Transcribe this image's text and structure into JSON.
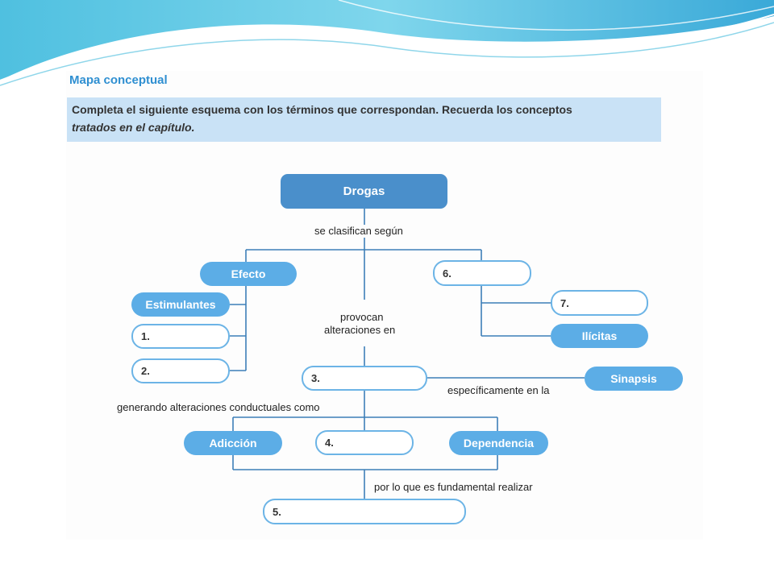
{
  "header": {
    "title": "Mapa conceptual",
    "instruction_line1": "Completa el siguiente esquema con los términos que correspondan. Recuerda los conceptos",
    "instruction_line2": "tratados en el capítulo."
  },
  "diagram": {
    "root": "Drogas",
    "nodes": {
      "efecto": "Efecto",
      "estimulantes": "Estimulantes",
      "blank1": "1.",
      "blank2": "2.",
      "blank3": "3.",
      "blank4": "4.",
      "blank5": "5.",
      "blank6": "6.",
      "blank7": "7.",
      "ilicitas": "Ilícitas",
      "sinapsis": "Sinapsis",
      "adiccion": "Adicción",
      "dependencia": "Dependencia"
    },
    "connectors": {
      "clasifican": "se clasifican según",
      "provocan_1": "provocan",
      "provocan_2": "alteraciones en",
      "especificamente": "específicamente en la",
      "generando": "generando alteraciones conductuales como",
      "por_lo_que": "por lo que es fundamental realizar"
    }
  },
  "theme": {
    "line_color": "#3d7fb8",
    "node_fill": "#5cade6",
    "root_fill": "#4a8fcb",
    "blank_border": "#6cb4e6"
  }
}
